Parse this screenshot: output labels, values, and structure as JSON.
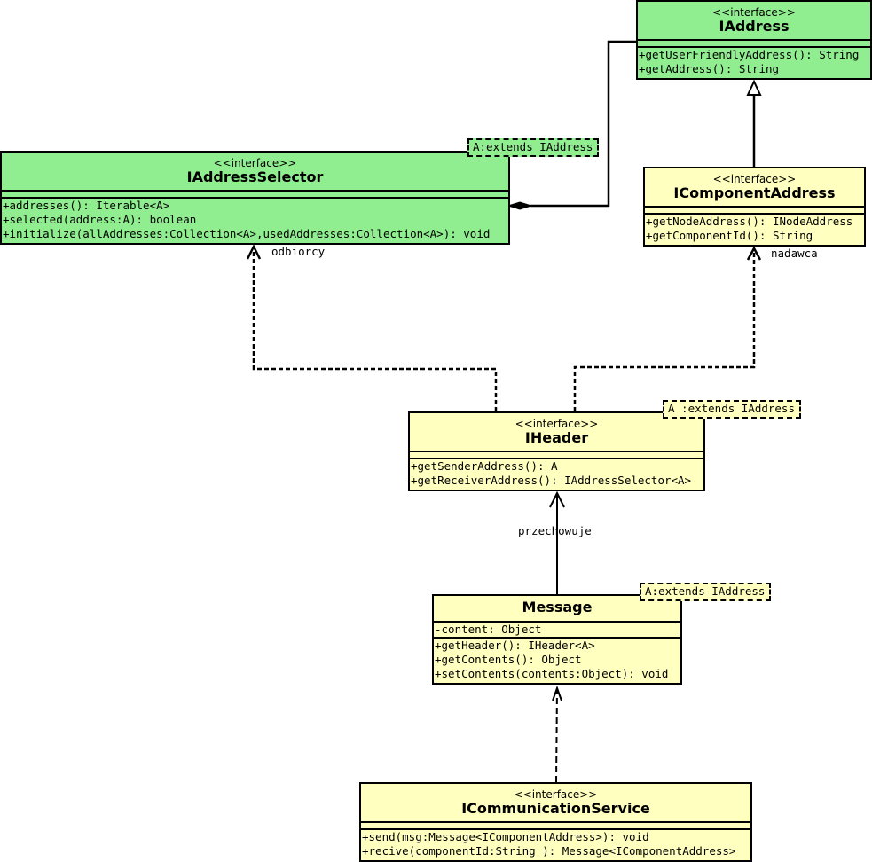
{
  "classes": {
    "iaddress": {
      "stereotype": "<<interface>>",
      "name": "IAddress",
      "methods": [
        "+getUserFriendlyAddress(): String",
        "+getAddress(): String"
      ]
    },
    "iaddressselector": {
      "stereotype": "<<interface>>",
      "name": "IAddressSelector",
      "type_param": "A:extends IAddress",
      "methods": [
        "+addresses(): Iterable<A>",
        "+selected(address:A): boolean",
        "+initialize(allAddresses:Collection<A>,usedAddresses:Collection<A>): void"
      ]
    },
    "icomponentaddress": {
      "stereotype": "<<interface>>",
      "name": "IComponentAddress",
      "methods": [
        "+getNodeAddress(): INodeAddress",
        "+getComponentId(): String"
      ]
    },
    "iheader": {
      "stereotype": "<<interface>>",
      "name": "IHeader",
      "type_param": "A :extends IAddress",
      "methods": [
        "+getSenderAddress(): A",
        "+getReceiverAddress(): IAddressSelector<A>"
      ]
    },
    "message": {
      "name": "Message",
      "type_param": "A:extends IAddress",
      "attributes": [
        "-content: Object"
      ],
      "methods": [
        "+getHeader(): IHeader<A>",
        "+getContents(): Object",
        "+setContents(contents:Object): void"
      ]
    },
    "icommunicationservice": {
      "stereotype": "<<interface>>",
      "name": "ICommunicationService",
      "methods": [
        "+send(msg:Message<IComponentAddress>): void",
        "+recive(componentId:String ): Message<IComponentAddress>"
      ]
    }
  },
  "labels": {
    "odbiorcy": "odbiorcy",
    "nadawca": "nadawca",
    "przechowuje": "przechowuje"
  },
  "colors": {
    "interface_green": "#90ee90",
    "class_yellow": "#ffffc0"
  }
}
